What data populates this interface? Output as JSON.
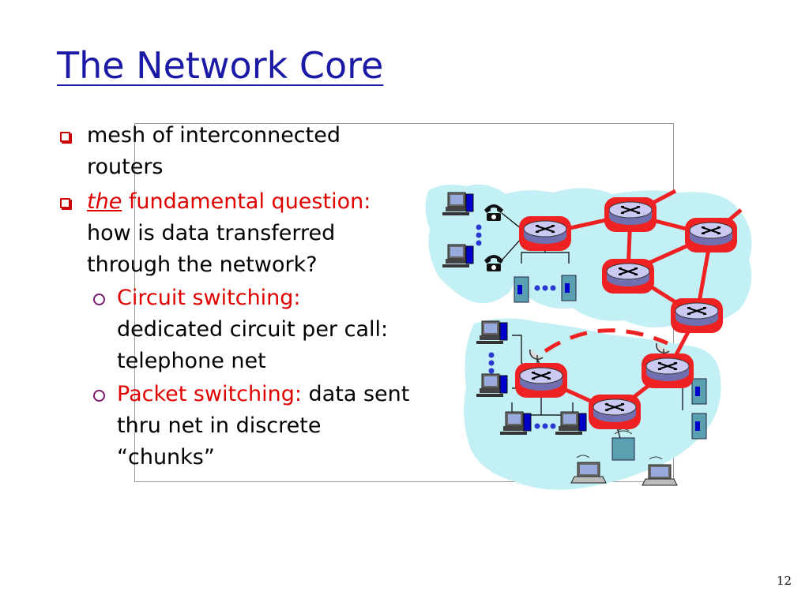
{
  "slide": {
    "title": "The Network Core",
    "page_number": "12"
  },
  "bullets": [
    {
      "text": "mesh of interconnected routers"
    },
    {
      "em": "the",
      "red": " fundamental question:",
      "text": " how is data transferred through the network?",
      "sub": [
        {
          "red": "Circuit switching:",
          "text": " dedicated circuit per call: telephone net"
        },
        {
          "red": "Packet switching:",
          "text": " data sent thru net in discrete “chunks”"
        }
      ]
    }
  ],
  "colors": {
    "title": "#1a1aa6",
    "accent_red": "#e00000",
    "cloud": "#c2f0f5",
    "router": "#c9c9f2",
    "link": "#ee2222"
  },
  "icons": [
    "router-icon",
    "telephone-icon",
    "desktop-computer-icon",
    "server-icon",
    "laptop-icon",
    "satellite-dish-icon",
    "wireless-base-station-icon"
  ]
}
